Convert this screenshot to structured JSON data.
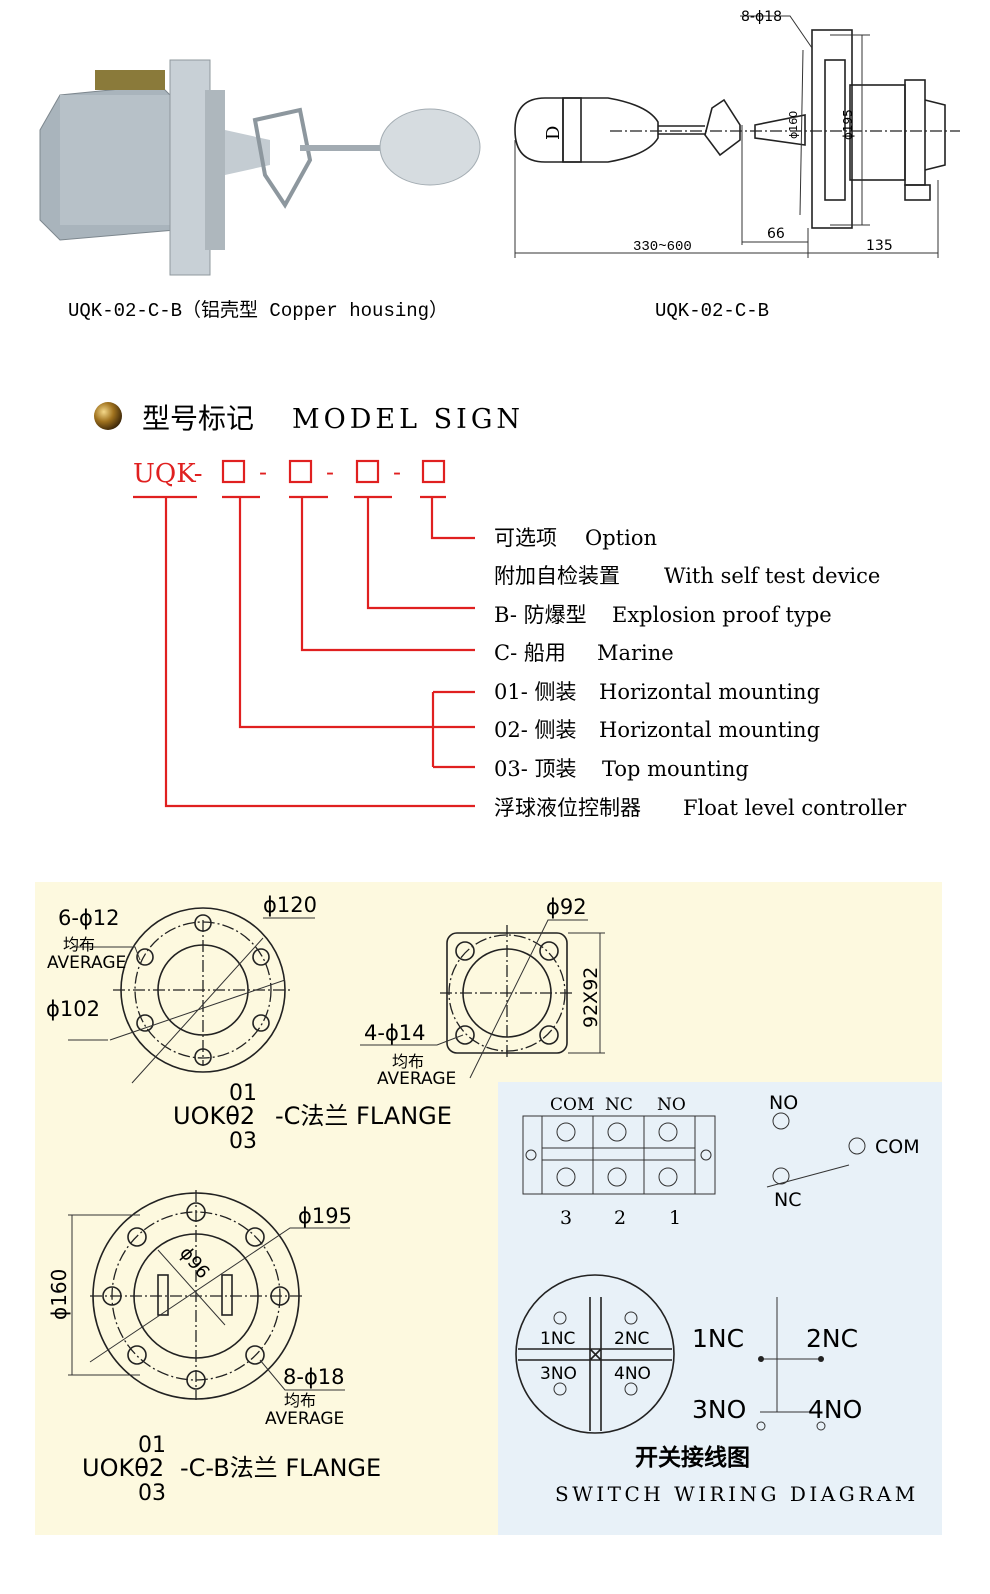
{
  "top": {
    "photo_caption": "UQK-02-C-B（铝壳型 Copper housing）",
    "drawing_caption": "UQK-02-C-B",
    "drawing": {
      "holes": "8-ϕ18",
      "float_label": "D",
      "dia_160": "ϕ160",
      "dia_195": "ϕ195",
      "dim_66": "66",
      "dim_length": "330~600",
      "dim_135": "135"
    }
  },
  "model_sign": {
    "title_cn": "型号标记",
    "title_en": "MODEL SIGN",
    "code_prefix": "UQK-",
    "code_sep": "-",
    "accent_color": "#e02020",
    "items": [
      {
        "cn": "可选项",
        "en": "Option"
      },
      {
        "cn": "附加自检装置",
        "en": "With self test device"
      },
      {
        "cn": "B- 防爆型",
        "en": "Explosion proof type"
      },
      {
        "cn": "C- 船用",
        "en": "Marine"
      },
      {
        "cn": "01- 侧装",
        "en": "Horizontal mounting"
      },
      {
        "cn": "02- 侧装",
        "en": "Horizontal mounting"
      },
      {
        "cn": "03- 顶装",
        "en": "Top mounting"
      },
      {
        "cn": "浮球液位控制器",
        "en": "Float level controller"
      }
    ]
  },
  "flanges": {
    "c_flange": {
      "holes": "6-ϕ12",
      "average_cn": "均布",
      "average_en": "AVERAGE",
      "dia_120": "ϕ120",
      "dia_102": "ϕ102",
      "code_top": "01",
      "code_mid": "UOKθ2",
      "code_bottom": "03",
      "label": "-C法兰 FLANGE"
    },
    "square_flange": {
      "dia_92": "ϕ92",
      "size": "92X92",
      "holes": "4-ϕ14",
      "average_cn": "均布",
      "average_en": "AVERAGE"
    },
    "cb_flange": {
      "dia_195": "ϕ195",
      "dia_96": "ϕ96",
      "dia_160": "ϕ160",
      "holes": "8-ϕ18",
      "average_cn": "均布",
      "average_en": "AVERAGE",
      "code_top": "01",
      "code_mid": "UOKθ2",
      "code_bottom": "03",
      "label": "-C-B法兰 FLANGE"
    }
  },
  "wiring": {
    "terminal_headers": [
      "COM",
      "NC",
      "NO"
    ],
    "terminal_numbers": [
      "3",
      "2",
      "1"
    ],
    "switch": {
      "no": "NO",
      "com": "COM",
      "nc": "NC"
    },
    "quad": [
      "1NC",
      "2NC",
      "3NO",
      "4NO"
    ],
    "schematic": [
      "1NC",
      "2NC",
      "3NO",
      "4NO"
    ],
    "title_cn": "开关接线图",
    "title_en": "SWITCH WIRING DIAGRAM"
  }
}
